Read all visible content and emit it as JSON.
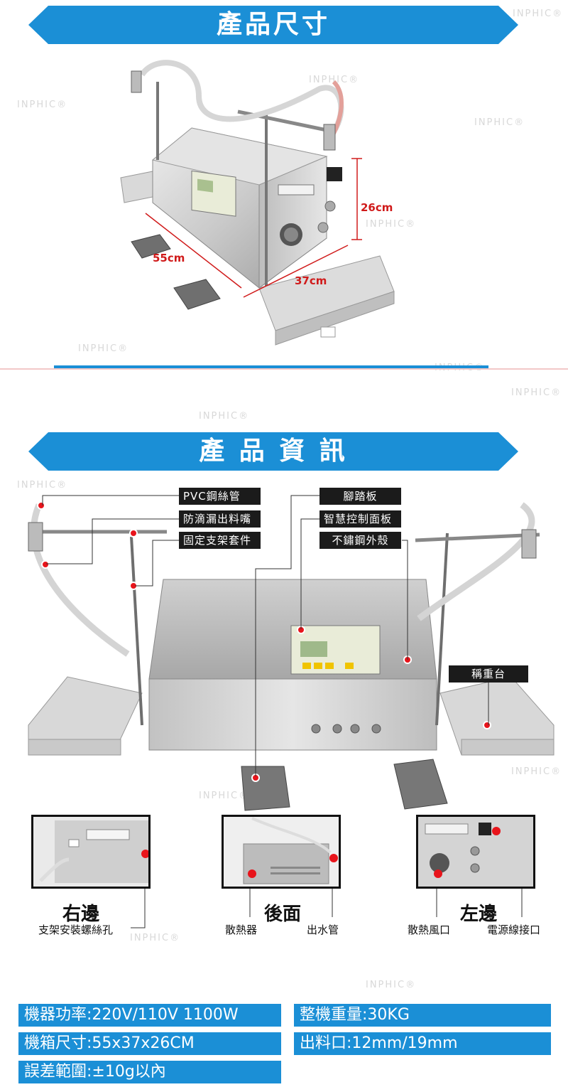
{
  "section1": {
    "title": "產品尺寸"
  },
  "section2": {
    "title": "產 品 資 訊"
  },
  "watermark": "INPHIC®",
  "dimensions": {
    "depth": "55cm",
    "width": "37cm",
    "height": "26cm"
  },
  "labels": {
    "pvc_pipe": "PVC鋼絲管",
    "drip_nozzle": "防滴漏出料嘴",
    "bracket": "固定支架套件",
    "foot_pedal": "腳踏板",
    "control_panel": "智慧控制面板",
    "steel_shell": "不鏽鋼外殼",
    "scale": "稱重台"
  },
  "views": {
    "right": {
      "title": "右邊",
      "caption": "支架安裝螺絲孔"
    },
    "back": {
      "title": "後面",
      "caption_left": "散熱器",
      "caption_right": "出水管"
    },
    "left": {
      "title": "左邊",
      "caption_left": "散熱風口",
      "caption_right": "電源線接口"
    }
  },
  "specs": [
    "機器功率:220V/110V 1100W",
    "整機重量:30KG",
    "機箱尺寸:55x37x26CM",
    "出料口:12mm/19mm",
    "誤差範圍:±10g以內"
  ],
  "colors": {
    "banner": "#1b8fd6",
    "accent_red": "#e8141b",
    "dim_red": "#d01a1a"
  }
}
